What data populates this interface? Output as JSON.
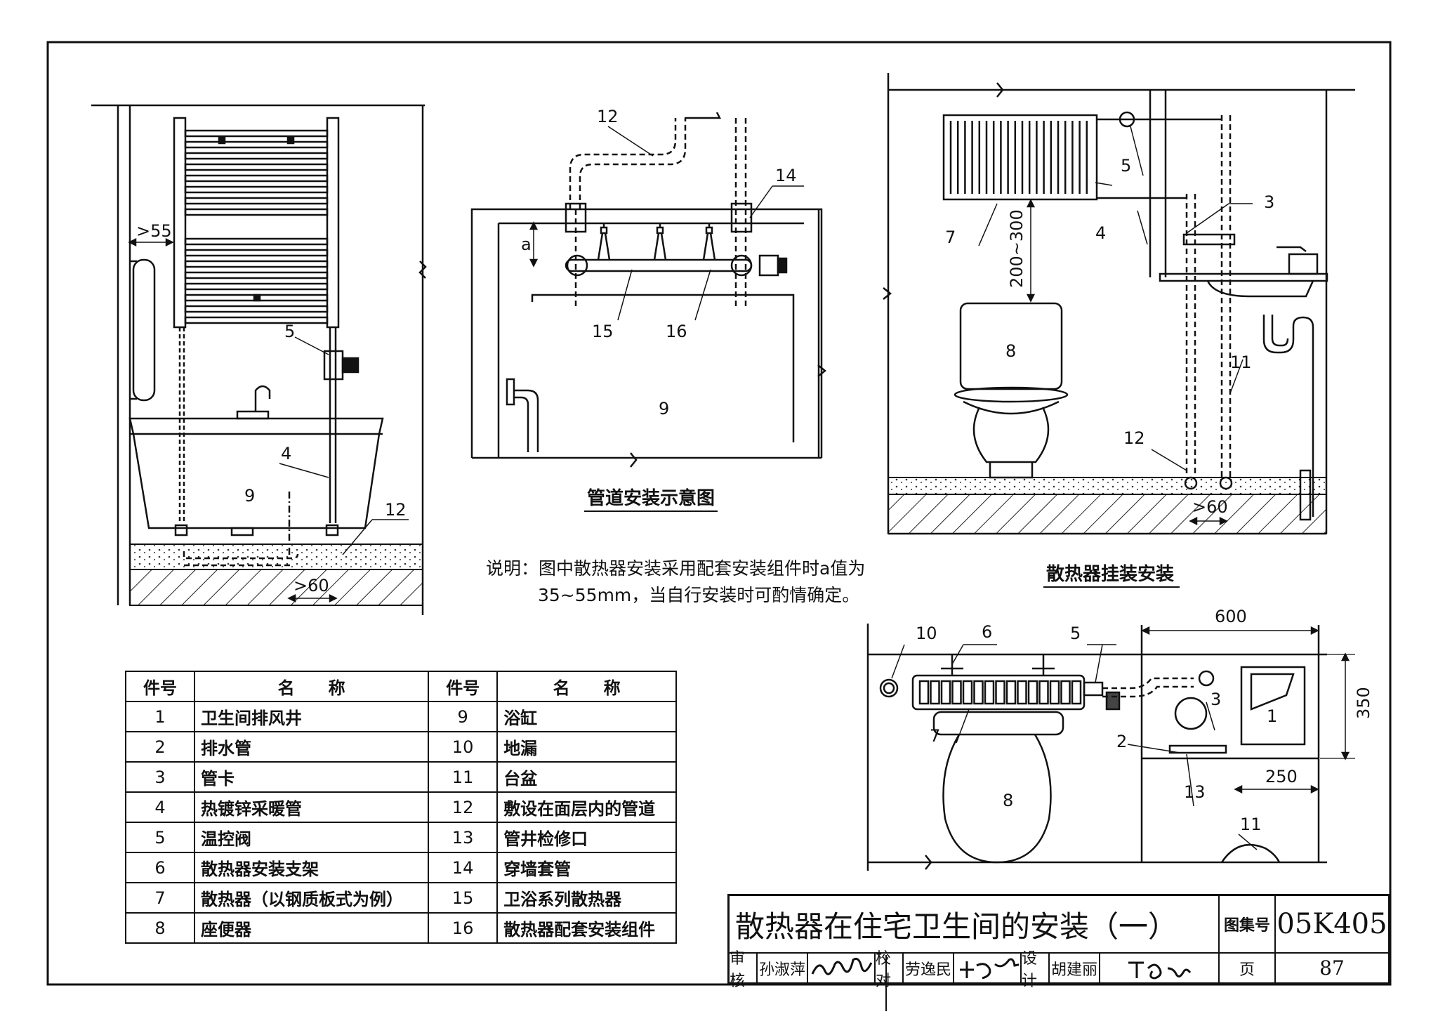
{
  "callouts": {
    "left_55": ">55",
    "left_5": "5",
    "left_4": "4",
    "left_9": "9",
    "left_12": "12",
    "left_60": ">60",
    "mid_12": "12",
    "mid_14": "14",
    "mid_a": "a",
    "mid_15": "15",
    "mid_16": "16",
    "mid_9": "9",
    "right_5": "5",
    "right_3": "3",
    "right_7": "7",
    "right_4": "4",
    "right_dim": "200~300",
    "right_8": "8",
    "right_11": "11",
    "right_12": "12",
    "right_60": ">60",
    "plan_10": "10",
    "plan_6": "6",
    "plan_5": "5",
    "plan_600": "600",
    "plan_350": "350",
    "plan_3": "3",
    "plan_1": "1",
    "plan_7": "7",
    "plan_2": "2",
    "plan_250": "250",
    "plan_8": "8",
    "plan_13": "13",
    "plan_11": "11"
  },
  "captions": {
    "pipe": "管道安装示意图",
    "hang": "散热器挂装安装"
  },
  "note": {
    "line1": "说明：图中散热器安装采用配套安装组件时a值为",
    "line2": "35~55mm，当自行安装时可酌情确定。"
  },
  "parts_table": {
    "headers": [
      "件号",
      "名　　称",
      "件号",
      "名　　称"
    ],
    "rows": [
      [
        "1",
        "卫生间排风井",
        "9",
        "浴缸"
      ],
      [
        "2",
        "排水管",
        "10",
        "地漏"
      ],
      [
        "3",
        "管卡",
        "11",
        "台盆"
      ],
      [
        "4",
        "热镀锌采暖管",
        "12",
        "敷设在面层内的管道"
      ],
      [
        "5",
        "温控阀",
        "13",
        "管井检修口"
      ],
      [
        "6",
        "散热器安装支架",
        "14",
        "穿墙套管"
      ],
      [
        "7",
        "散热器（以钢质板式为例）",
        "15",
        "卫浴系列散热器"
      ],
      [
        "8",
        "座便器",
        "16",
        "散热器配套安装组件"
      ]
    ]
  },
  "title_block": {
    "title": "散热器在住宅卫生间的安装（一）",
    "atlas_label": "图集号",
    "atlas_no": "05K405",
    "review_label": "审核",
    "review_name": "孙淑萍",
    "check_label": "校对",
    "check_name": "劳逸民",
    "design_label": "设计",
    "design_name": "胡建丽",
    "page_label": "页",
    "page_no": "87"
  }
}
